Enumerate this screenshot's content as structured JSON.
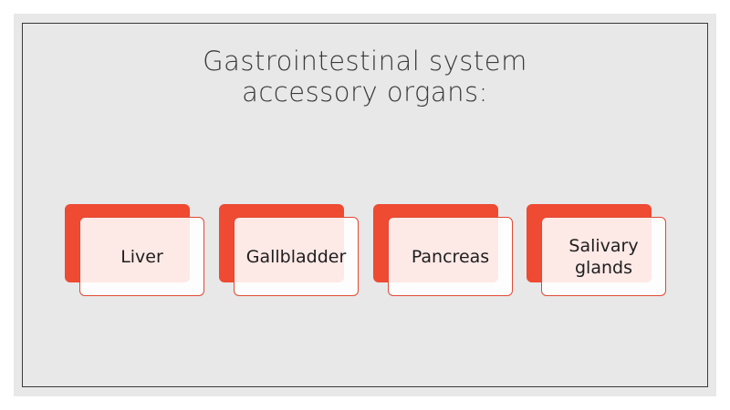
{
  "title": {
    "line1": "Gastrointestinal system",
    "line2": "accessory organs:"
  },
  "organs": [
    {
      "label": "Liver"
    },
    {
      "label": "Gallbladder"
    },
    {
      "label": "Pancreas"
    },
    {
      "label": "Salivary\nglands"
    }
  ],
  "colors": {
    "accent": "#ef4a32",
    "background": "#e8e8e8",
    "text": "#1e1e1e"
  }
}
